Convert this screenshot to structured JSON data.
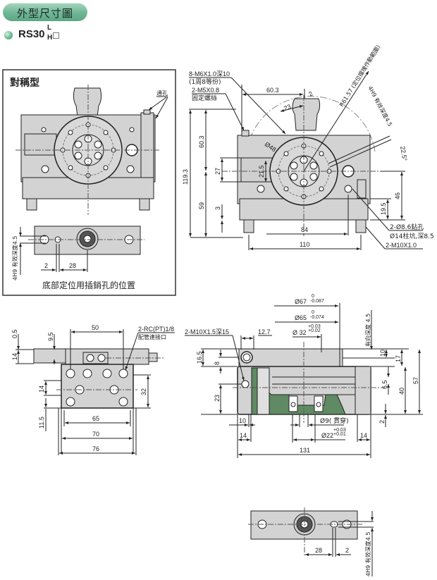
{
  "header": {
    "title": "外型尺寸圖",
    "model": "RS30",
    "model_suffix_top": "L",
    "model_suffix_bottom": "H",
    "model_suffix_box": "□"
  },
  "colors": {
    "accent_green": "#6fb696",
    "section_green": "#5f8a63",
    "part_fill": "#d3d3d3",
    "line": "#222222"
  },
  "symmetric_panel": {
    "title": "對稱型",
    "through_hole_label": "通孔",
    "bottom_pin_title": "底部定位用插銷孔的位置",
    "pin_depth_label": "4H9 有效深度4.5",
    "dim_2": "2",
    "dim_28": "28"
  },
  "front_view": {
    "callout_m6": "8-M6X1.0深10",
    "callout_m6_note": "(1周8等份)",
    "callout_m5": "2-M5X0.8",
    "callout_m5_note": "固定螺絲",
    "dim_60_3_top": "60.3",
    "dim_2": "2",
    "dim_23": "23",
    "dim_r": "R61.57 (定位擋塊作動範圍)",
    "dim_4h9": "4H9 有效深度4.5",
    "dim_22_5": "22.5°",
    "dim_phi48": "Ø48",
    "dim_119_3": "119.3",
    "dim_60_3_left": "60.3",
    "dim_27": "27",
    "dim_21_5": "21.5",
    "dim_59": "59",
    "dim_3": "3",
    "dim_46": "46",
    "dim_19_5": "19.5",
    "dim_84": "84",
    "dim_110": "110",
    "callout_drill": "2-Ø8.6鉆孔",
    "callout_counterbore": "Ø14柱坑,深8.5",
    "callout_m10": "2-M10X1.0"
  },
  "side_view": {
    "dim_0_5": "0.5",
    "dim_9_5": "9.5",
    "dim_14_top": "14",
    "dim_50": "50",
    "callout_port": "2-RC(PT)1/8",
    "callout_port_note": "配管連接口",
    "dim_14_mid": "14",
    "dim_11_5": "11.5",
    "dim_32": "32",
    "dim_65": "65",
    "dim_70": "70",
    "dim_76": "76"
  },
  "section_view": {
    "dim_phi67": "Ø67",
    "tol_67_up": "0",
    "tol_67_low": "-0.087",
    "dim_phi65": "Ø65",
    "tol_65_up": "0",
    "tol_65_low": "-0.074",
    "dim_phi32": "Ø 32",
    "tol_32_up": "+0.03",
    "tol_32_low": "+0.02",
    "callout_m10": "2-M10X1.5深15",
    "dim_12_7": "12.7",
    "key_depth": "有向深度 4.5",
    "dim_16_5": "16.5",
    "dim_8": "8",
    "dim_23": "23",
    "dim_10_left": "10",
    "dim_14_left": "14",
    "dim_phi9": "Ø9( 貫穿)",
    "dim_phi22": "Ø22",
    "tol_22_up": "+0.03",
    "tol_22_low": "+0.01",
    "dim_14_right": "14",
    "dim_131": "131",
    "dim_10_right": "10",
    "dim_17": "17",
    "dim_6_5": "6.5",
    "dim_40": "40",
    "dim_57": "57",
    "dim_2": "2"
  },
  "bottom_view": {
    "dim_28": "28",
    "dim_2": "2",
    "pin_depth_label": "4H9 有效深度4.5"
  }
}
